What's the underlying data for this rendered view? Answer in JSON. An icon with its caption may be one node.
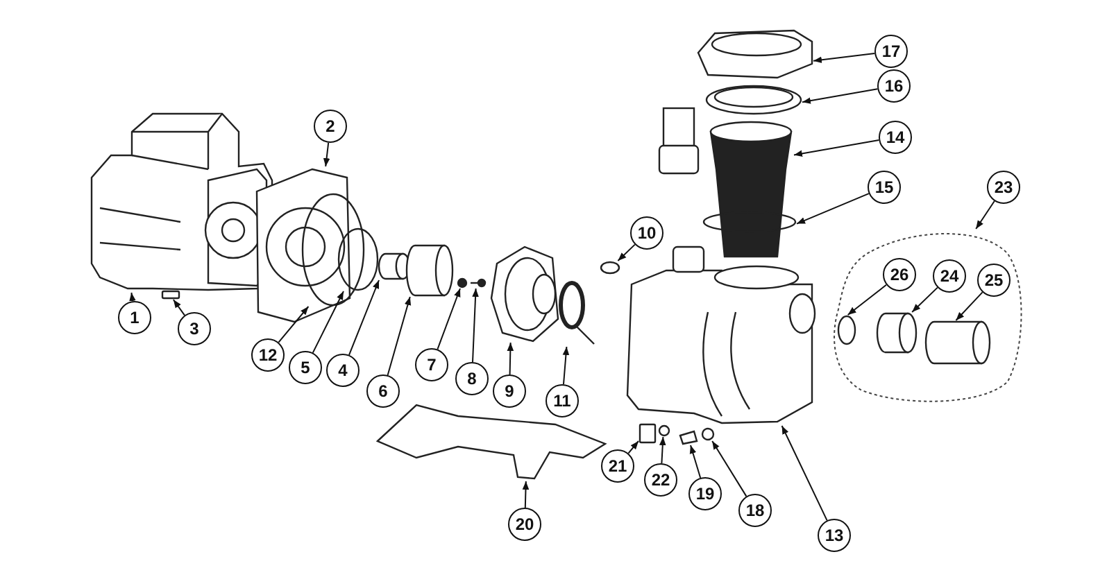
{
  "diagram": {
    "nodes": [
      {
        "text": [
          "1"
        ]
      },
      {
        "text": [
          "2"
        ]
      },
      {
        "text": [
          "3"
        ]
      },
      {
        "text": [
          "4"
        ]
      },
      {
        "text": [
          "5"
        ]
      },
      {
        "text": [
          "6"
        ]
      },
      {
        "text": [
          "7"
        ]
      },
      {
        "text": [
          "8"
        ]
      },
      {
        "text": [
          "9"
        ]
      },
      {
        "text": [
          "10"
        ]
      },
      {
        "text": [
          "11"
        ]
      },
      {
        "text": [
          "12"
        ]
      },
      {
        "text": [
          "13"
        ]
      },
      {
        "text": [
          "14"
        ]
      },
      {
        "text": [
          "15"
        ]
      },
      {
        "text": [
          "16"
        ]
      },
      {
        "text": [
          "17"
        ]
      },
      {
        "text": [
          "18"
        ]
      },
      {
        "text": [
          "19"
        ]
      },
      {
        "text": [
          "20"
        ]
      },
      {
        "text": [
          "21"
        ]
      },
      {
        "text": [
          "22"
        ]
      },
      {
        "text": [],
        "shape": "cloud"
      },
      {
        "text": [
          "23"
        ]
      },
      {
        "text": [
          "24"
        ],
        "in": 22
      },
      {
        "text": [
          "25"
        ],
        "in": 22
      },
      {
        "text": [
          "26"
        ],
        "in": 22
      },
      {
        "text": [],
        "shape": "picture"
      },
      {
        "text": [],
        "shape": "picture"
      },
      {
        "text": [],
        "shape": "box"
      },
      {
        "text": [],
        "shape": "cylinder"
      },
      {
        "text": [],
        "shape": "circle"
      },
      {
        "text": [],
        "shape": "cylinder"
      },
      {
        "text": [],
        "shape": "circle"
      },
      {
        "text": [],
        "shape": "picture"
      },
      {
        "text": [],
        "shape": "picture"
      },
      {
        "text": [],
        "shape": "circle"
      },
      {
        "text": [],
        "shape": "picture"
      },
      {
        "text": [],
        "shape": "circle"
      },
      {
        "text": [],
        "shape": "picture"
      },
      {
        "text": [],
        "shape": "picture"
      },
      {
        "text": [],
        "shape": "circle"
      },
      {
        "text": [],
        "shape": "picture"
      },
      {
        "text": [],
        "shape": "picture"
      },
      {
        "text": [],
        "shape": "circle"
      },
      {
        "text": [],
        "shape": "picture"
      },
      {
        "text": [],
        "shape": "picture"
      },
      {
        "text": [],
        "shape": "box"
      },
      {
        "text": [],
        "shape": "circle"
      },
      {
        "text": [],
        "shape": "circle",
        "in": 22
      },
      {
        "text": [],
        "shape": "cylinder",
        "in": 22
      },
      {
        "text": [],
        "shape": "cylinder",
        "in": 22
      }
    ],
    "edges": [
      {
        "from": 0,
        "to": 27,
        "arrow": "to"
      },
      {
        "from": 1,
        "to": 28,
        "arrow": "to"
      },
      {
        "from": 2,
        "to": 29,
        "arrow": "to"
      },
      {
        "from": 3,
        "to": 30,
        "arrow": "to"
      },
      {
        "from": 4,
        "to": 31,
        "arrow": "to"
      },
      {
        "from": 5,
        "to": 32,
        "arrow": "to"
      },
      {
        "from": 6,
        "to": 33,
        "arrow": "to"
      },
      {
        "from": 7,
        "to": 34,
        "arrow": "to"
      },
      {
        "from": 8,
        "to": 35,
        "arrow": "to"
      },
      {
        "from": 9,
        "to": 36,
        "arrow": "to"
      },
      {
        "from": 10,
        "to": 37,
        "arrow": "to"
      },
      {
        "from": 11,
        "to": 38,
        "arrow": "to"
      },
      {
        "from": 12,
        "to": 39,
        "arrow": "to"
      },
      {
        "from": 13,
        "to": 40,
        "arrow": "to"
      },
      {
        "from": 14,
        "to": 41,
        "arrow": "to"
      },
      {
        "from": 15,
        "to": 42,
        "arrow": "to"
      },
      {
        "from": 16,
        "to": 43,
        "arrow": "to"
      },
      {
        "from": 17,
        "to": 44,
        "arrow": "to"
      },
      {
        "from": 18,
        "to": 45,
        "arrow": "to"
      },
      {
        "from": 19,
        "to": 46,
        "arrow": "to"
      },
      {
        "from": 20,
        "to": 47,
        "arrow": "to"
      },
      {
        "from": 21,
        "to": 48,
        "arrow": "to"
      },
      {
        "from": 23,
        "to": 22,
        "arrow": "to"
      },
      {
        "from": 24,
        "to": 50,
        "arrow": "to"
      },
      {
        "from": 25,
        "to": 51,
        "arrow": "to"
      },
      {
        "from": 26,
        "to": 49,
        "arrow": "to"
      }
    ]
  }
}
